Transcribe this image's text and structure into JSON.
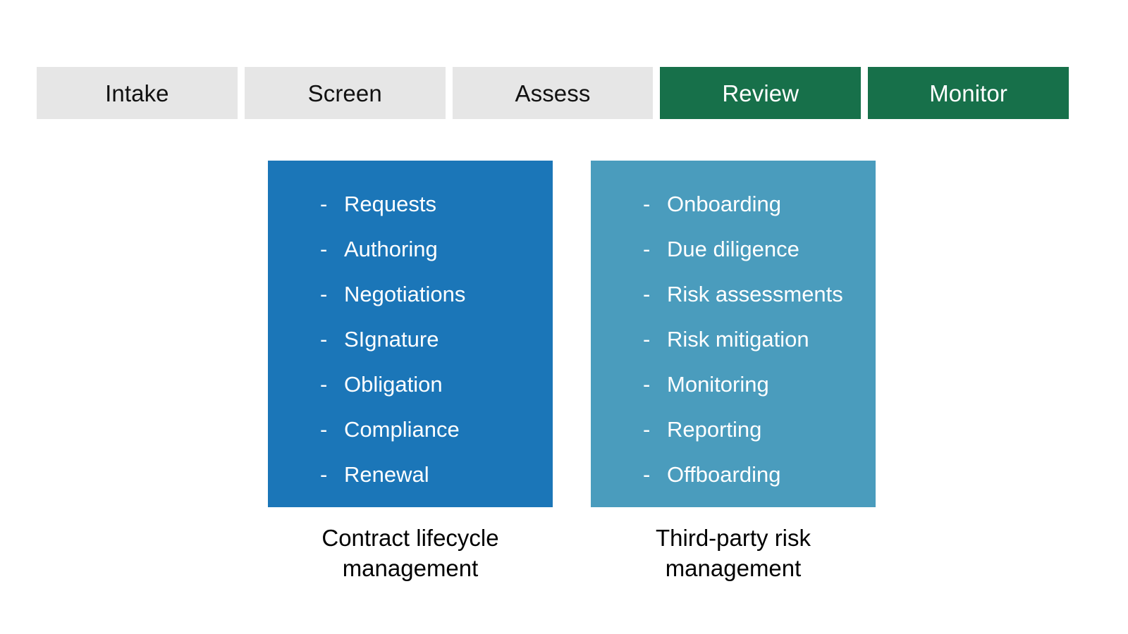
{
  "palette": {
    "background": "#ffffff",
    "tab_inactive_bg": "#e6e6e6",
    "tab_inactive_text": "#111111",
    "tab_active_bg": "#17704a",
    "tab_active_text": "#ffffff",
    "panel_blue": "#1b76b8",
    "panel_teal": "#4a9cbd",
    "panel_text": "#ffffff",
    "caption_text": "#000000"
  },
  "phases": [
    {
      "label": "Intake",
      "state": "inactive"
    },
    {
      "label": "Screen",
      "state": "inactive"
    },
    {
      "label": "Assess",
      "state": "inactive"
    },
    {
      "label": "Review",
      "state": "active"
    },
    {
      "label": "Monitor",
      "state": "active"
    }
  ],
  "panels": [
    {
      "id": "contract-lifecycle-management",
      "color": "#1b76b8",
      "bullet": "-",
      "caption": "Contract lifecycle\nmanagement",
      "items": [
        "Requests",
        "Authoring",
        "Negotiations",
        "SIgnature",
        "Obligation",
        "Compliance",
        "Renewal"
      ]
    },
    {
      "id": "third-party-risk-management",
      "color": "#4a9cbd",
      "bullet": "-",
      "caption": "Third-party risk\nmanagement",
      "items": [
        "Onboarding",
        "Due diligence",
        "Risk assessments",
        "Risk mitigation",
        "Monitoring",
        "Reporting",
        "Offboarding"
      ]
    }
  ]
}
